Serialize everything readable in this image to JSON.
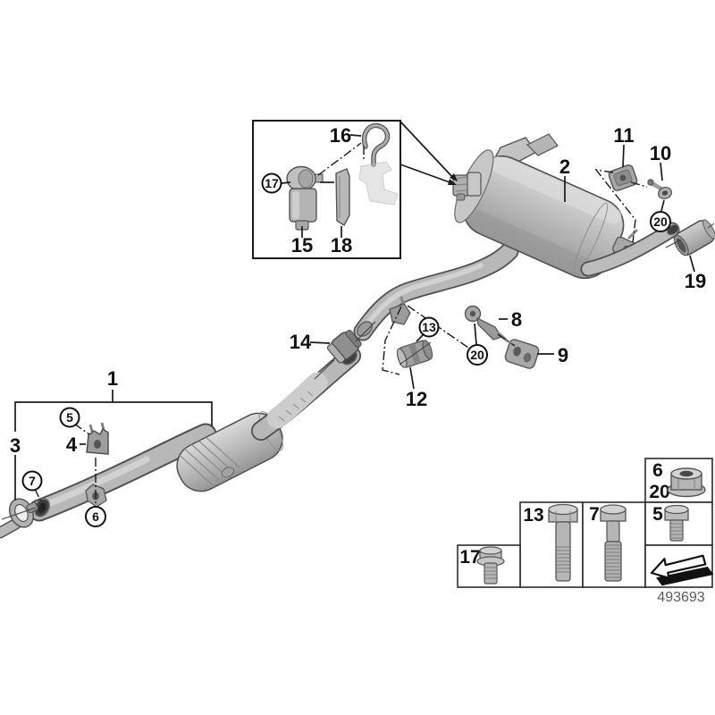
{
  "figure": {
    "drawing_number": "493693",
    "background_color": "#ffffff",
    "line_color": "#1a1a1a",
    "part_fill_color": "#b6b6b6",
    "part_outline_color": "#4f4f4f",
    "footer_text_color": "#5a5a5a"
  },
  "labels": {
    "1": "1",
    "2": "2",
    "3": "3",
    "4": "4",
    "5": "5",
    "6": "6",
    "7": "7",
    "8": "8",
    "9": "9",
    "10": "10",
    "11": "11",
    "12": "12",
    "13": "13",
    "14": "14",
    "15": "15",
    "16": "16",
    "17": "17",
    "18": "18",
    "19": "19",
    "20": "20"
  },
  "callouts": {
    "circled": [
      "5",
      "6",
      "7",
      "13",
      "17",
      "20"
    ],
    "plain": [
      "1",
      "2",
      "3",
      "4",
      "8",
      "9",
      "10",
      "11",
      "12",
      "14",
      "15",
      "16",
      "18",
      "19"
    ]
  },
  "legend": {
    "cells": [
      {
        "label_a": "6",
        "label_b": "20",
        "icon": "flange-nut-icon"
      },
      {
        "label": "13",
        "icon": "hex-bolt-long-icon"
      },
      {
        "label": "7",
        "icon": "hex-bolt-threaded-icon"
      },
      {
        "label": "5",
        "icon": "hex-bolt-short-icon"
      },
      {
        "label": "17",
        "icon": "flange-bolt-icon"
      },
      {
        "icon": "direction-arrow-icon"
      }
    ]
  }
}
